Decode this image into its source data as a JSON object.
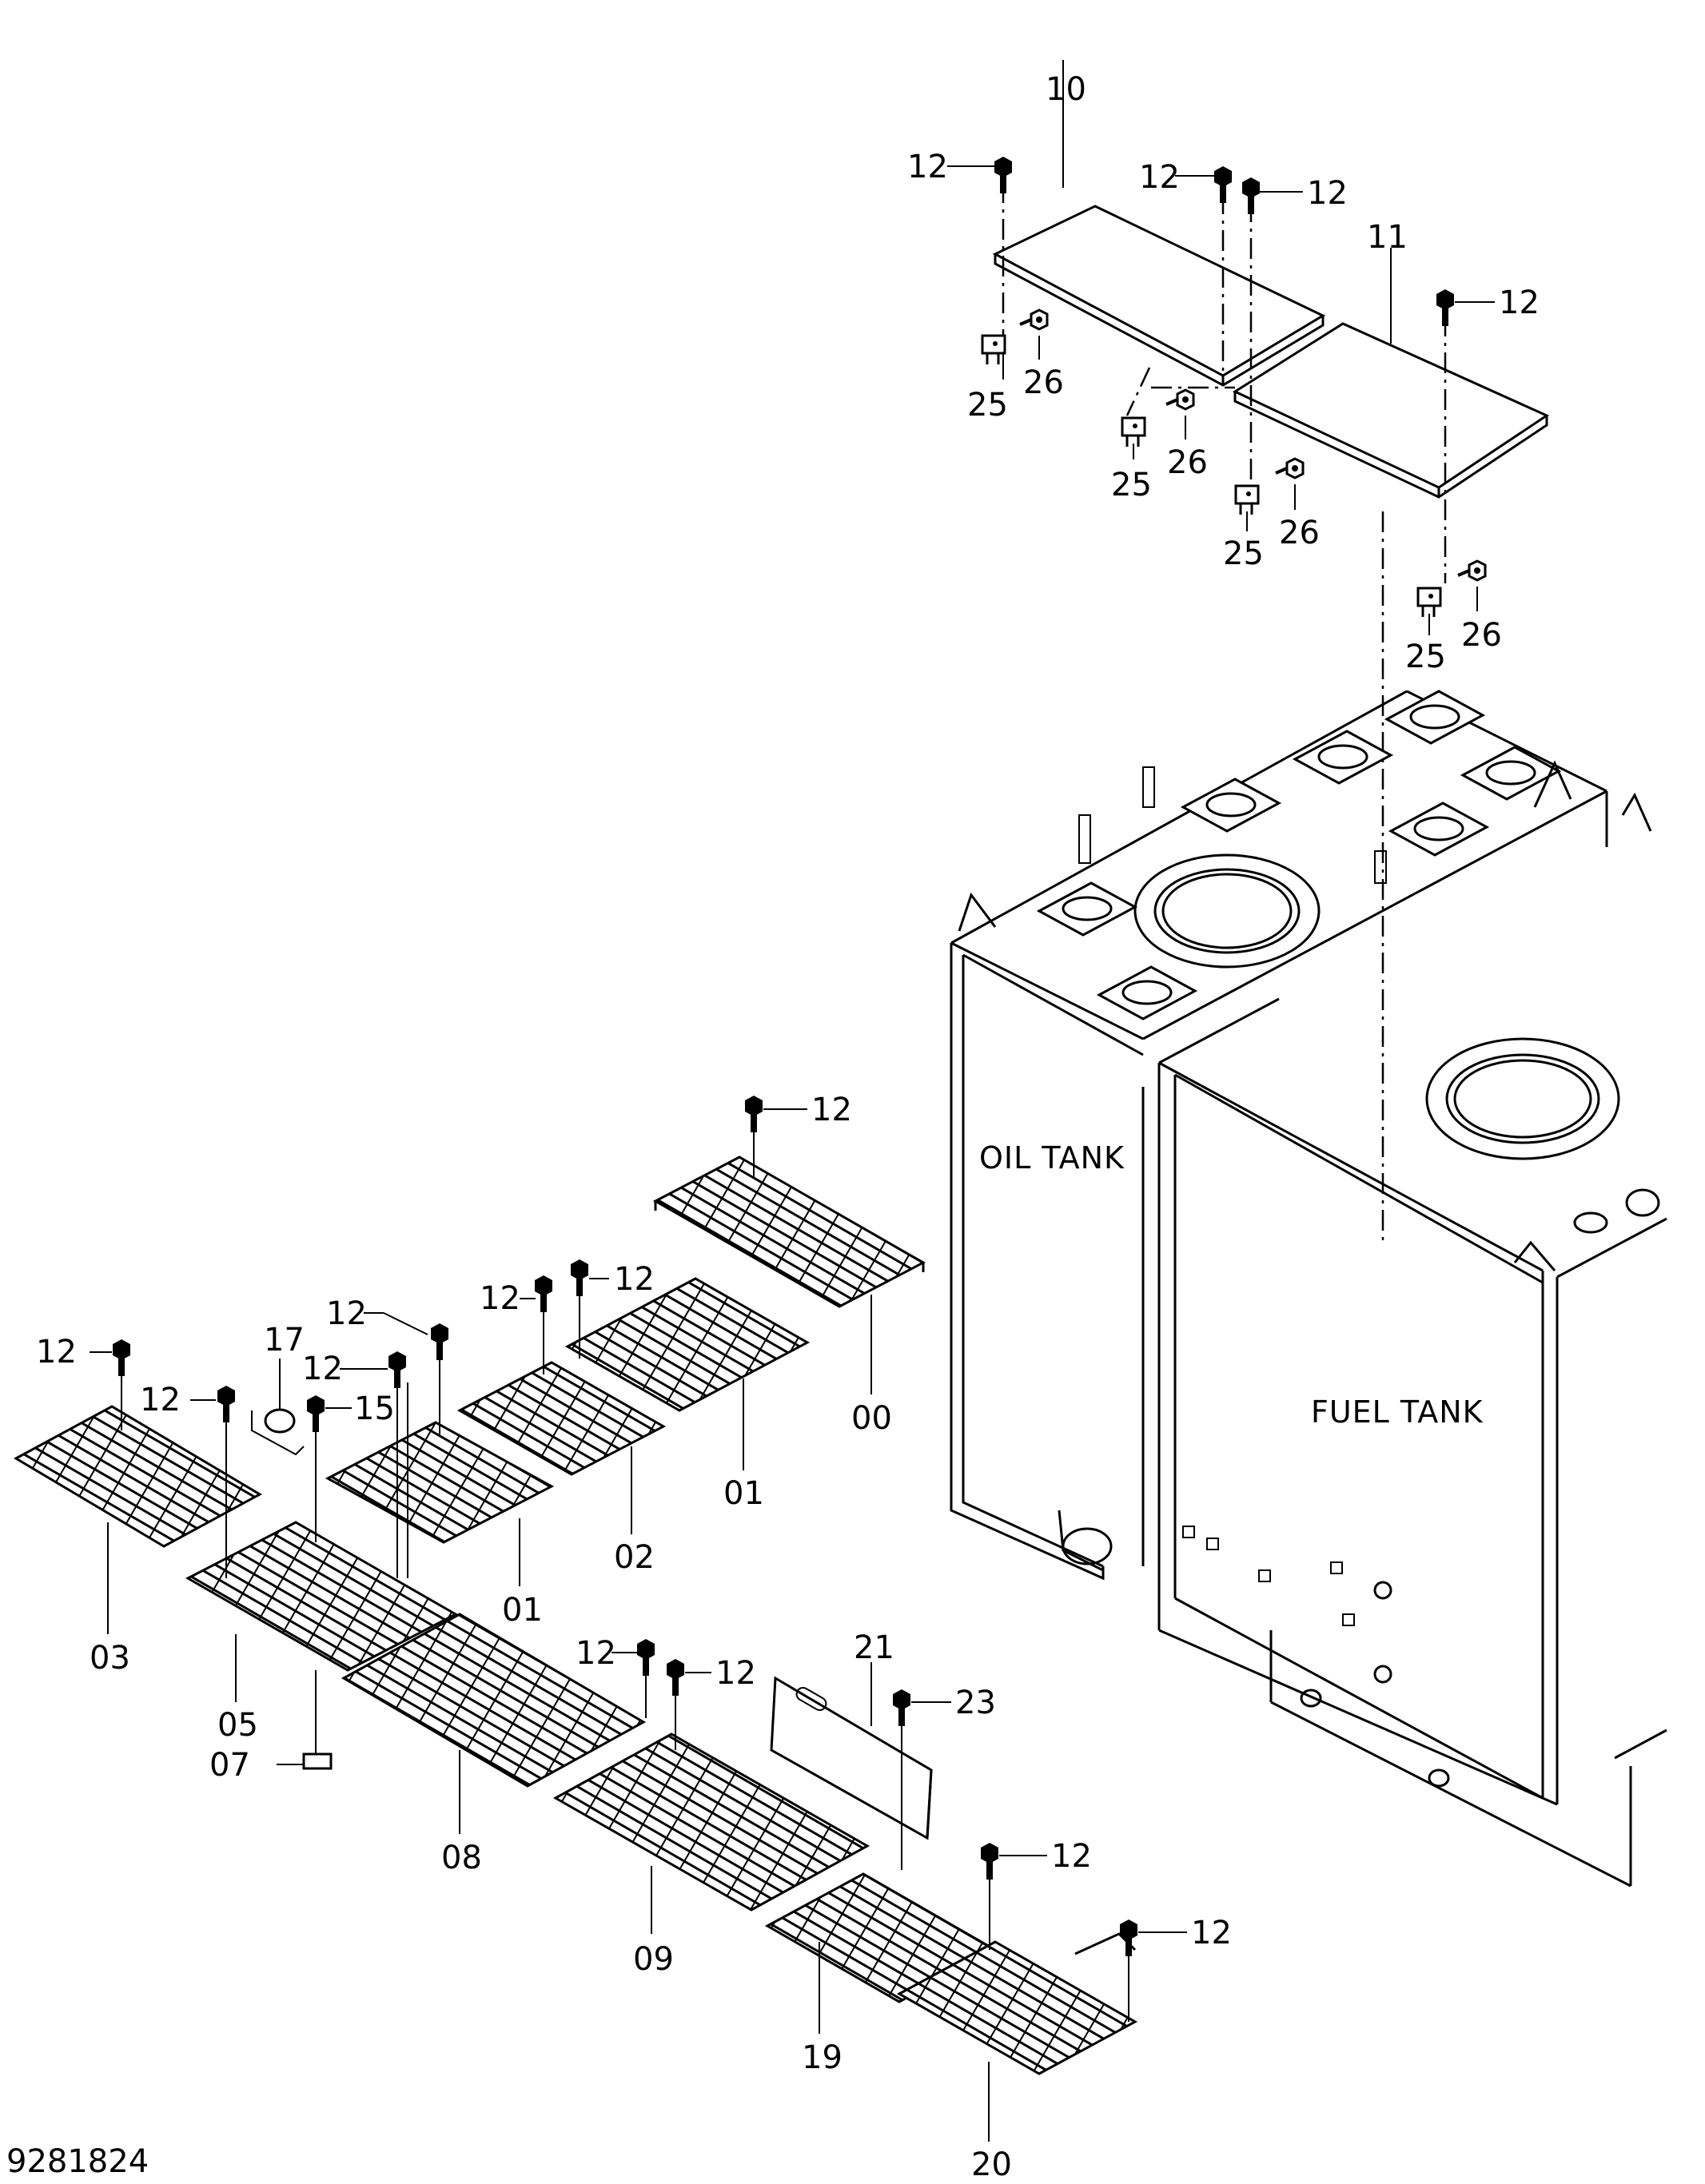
{
  "drawing": {
    "code": "9281824",
    "tank_labels": {
      "oil": "OIL TANK",
      "fuel": "FUEL TANK"
    },
    "callouts": [
      "10",
      "11",
      "12",
      "12",
      "12",
      "12",
      "25",
      "26",
      "25",
      "26",
      "25",
      "26",
      "25",
      "26",
      "12",
      "12",
      "12",
      "12",
      "12",
      "12",
      "12",
      "17",
      "15",
      "00",
      "01",
      "02",
      "01",
      "03",
      "05",
      "07",
      "08",
      "12",
      "12",
      "21",
      "23",
      "09",
      "12",
      "19",
      "12",
      "20"
    ]
  }
}
